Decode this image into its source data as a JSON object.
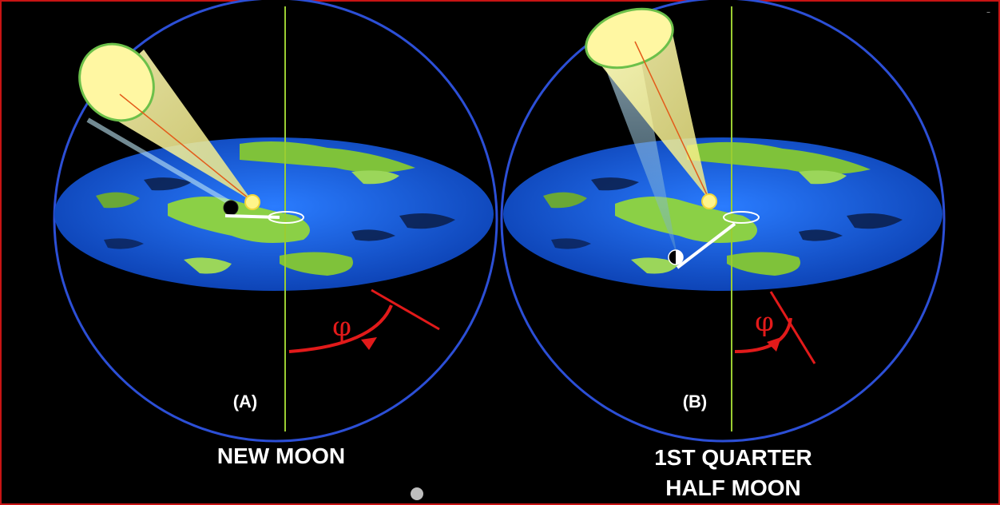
{
  "panels": [
    {
      "id": "A",
      "panel_label": "(A)",
      "caption_lines": [
        "NEW MOON"
      ],
      "angle_symbol": "φ",
      "moon_phase": "new"
    },
    {
      "id": "B",
      "panel_label": "(B)",
      "caption_lines": [
        "1ST QUARTER",
        "HALF MOON"
      ],
      "angle_symbol": "φ",
      "moon_phase": "first-quarter"
    }
  ],
  "colors": {
    "frame": "#c81414",
    "dome_outline": "#2c4fd6",
    "earth_ocean": "#1a62e8",
    "earth_land": "#7fc23a",
    "sunlight_cone": "#fff9a0",
    "vertical_axis": "#9acd32",
    "angle_annotation": "#e21a1a",
    "caption_text": "#ffffff"
  },
  "corner_mark": "–"
}
